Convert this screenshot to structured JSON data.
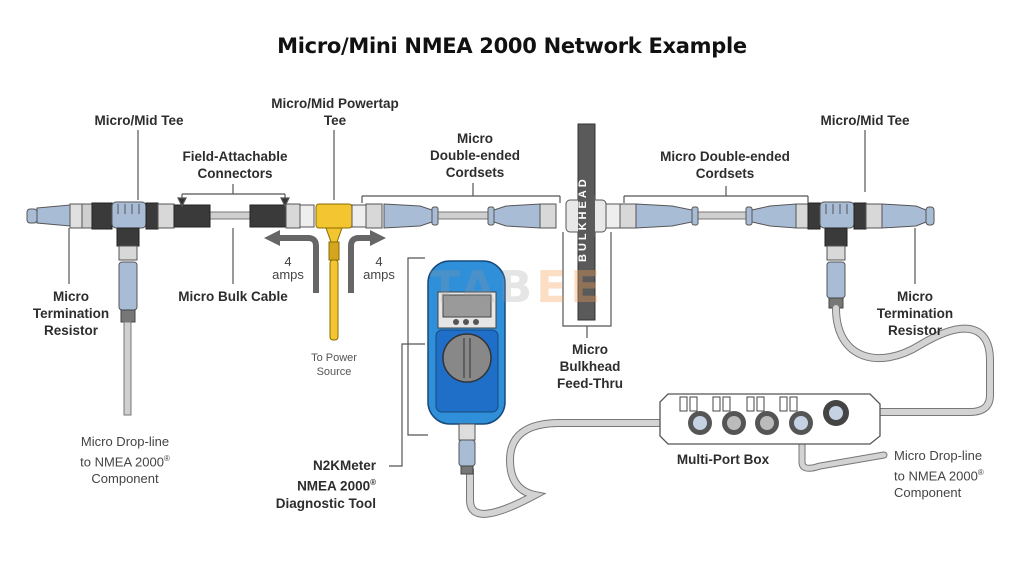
{
  "title": "Micro/Mini NMEA 2000 Network Example",
  "watermark": {
    "main": "TAB",
    "accent": "EE",
    "accent_color": "#f5a05a"
  },
  "colors": {
    "connector_blue": "#a9bcd6",
    "connector_dark": "#3a3a3a",
    "powertap_yellow": "#f2c531",
    "meter_blue": "#2f8fd8",
    "meter_inner": "#1f6fc9",
    "bulkhead_gray": "#5a5a5a",
    "cable_gray": "#c9c9c9",
    "label_line": "#555555"
  },
  "labels": {
    "left_tee": "Micro/Mid Tee",
    "powertap_tee": [
      "Micro/Mid Powertap",
      "Tee"
    ],
    "field_attachable": [
      "Field-Attachable",
      "Connectors"
    ],
    "double_ended_left": [
      "Micro",
      "Double-ended",
      "Cordsets"
    ],
    "double_ended_right": [
      "Micro Double-ended",
      "Cordsets"
    ],
    "right_tee": "Micro/Mid Tee",
    "termination_left": [
      "Micro",
      "Termination",
      "Resistor"
    ],
    "termination_right": [
      "Micro",
      "Termination",
      "Resistor"
    ],
    "bulk_cable": "Micro Bulk Cable",
    "amps_left": [
      "4",
      "amps"
    ],
    "amps_right": [
      "4",
      "amps"
    ],
    "power_source": [
      "To Power",
      "Source"
    ],
    "bulkhead_feedthru": [
      "Micro",
      "Bulkhead",
      "Feed-Thru"
    ],
    "bulkhead_text": "BULKHEAD",
    "n2kmeter": [
      "N2KMeter",
      "NMEA 2000",
      "Diagnostic Tool"
    ],
    "registered": "®",
    "multiport_box": "Multi-Port Box",
    "dropline_left": [
      "Micro Drop-line",
      "to NMEA 2000",
      "Component"
    ],
    "dropline_right": [
      "Micro Drop-line",
      "to NMEA 2000",
      "Component"
    ]
  }
}
